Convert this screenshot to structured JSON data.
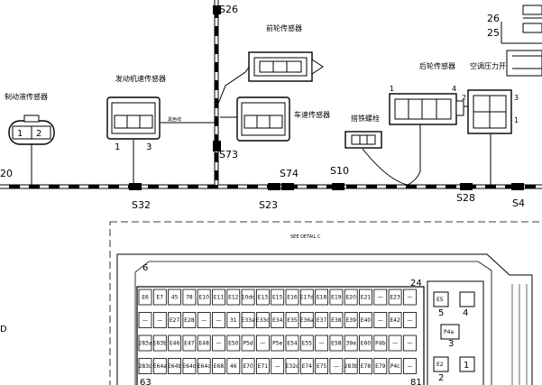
{
  "harness_labels": {
    "brake_fluid_sensor": "制动液传感器",
    "engine_speed_sensor": "发动机速传感器",
    "front_speed_sensor": "前轮传感器",
    "vehicle_speed_sensor": "车速传感器",
    "rear_speed_sensor": "后轮传感器",
    "ac_pressure_switch": "空调压力开关",
    "ground_point": "搭铁螺栓",
    "wire_tag": "黑色线"
  },
  "splice_labels": {
    "s26": "S26",
    "s73": "S73",
    "s74": "S74",
    "s10": "S10",
    "s32": "S32",
    "s23": "S23",
    "s28": "S28",
    "s4": "S4",
    "left_edge": "20"
  },
  "pin_labels": {
    "brake_1": "1",
    "brake_2": "2",
    "engine_1": "1",
    "engine_3": "3",
    "rear_1": "1",
    "rear_4": "4",
    "ac_2": "2",
    "ac_3": "3",
    "ac_1": "1",
    "top_26": "26",
    "top_25": "25"
  },
  "fuse_box": {
    "detail_title": "SEE DETAIL C",
    "pin_6": "6",
    "pin_24": "24",
    "pin_63": "63",
    "pin_81": "81",
    "side_labels": [
      "E5",
      "5",
      "4",
      "P4a",
      "3",
      "E2",
      "2",
      "1"
    ],
    "rows": [
      [
        "E6",
        "E7",
        "45",
        "78",
        "E10",
        "E11",
        "E12",
        "10dc",
        "E13",
        "E15",
        "E16",
        "E17d",
        "E18",
        "E19",
        "E20",
        "E21",
        "—",
        "E23",
        "—"
      ],
      [
        "—",
        "—",
        "E27",
        "E28",
        "—",
        "—",
        "31",
        "E33a",
        "E33d",
        "E34",
        "E35",
        "E36a",
        "E37",
        "E38",
        "E39",
        "E40",
        "—",
        "E42",
        "—"
      ],
      [
        "283a",
        "E63b",
        "E46",
        "E47",
        "E48",
        "—",
        "E50",
        "P5d",
        "—",
        "P5e",
        "E54",
        "E55",
        "—",
        "E58",
        "39a",
        "E60",
        "P4b",
        "—",
        "—"
      ],
      [
        "283c",
        "E64a",
        "E64b",
        "E64d",
        "E64c",
        "E68",
        "46",
        "E70",
        "E71",
        "—",
        "E32c",
        "E74",
        "E75",
        "—",
        "283b",
        "E78",
        "E79",
        "P4c",
        "—"
      ]
    ]
  },
  "left_edge_fragment": "D"
}
